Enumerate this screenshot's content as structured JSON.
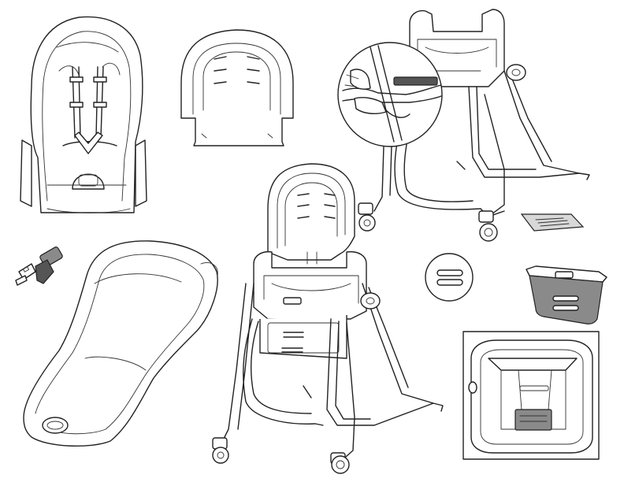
{
  "diagram": {
    "kind": "product-parts-illustration",
    "palette": {
      "line": "#222222",
      "fill": "#ffffff",
      "accent_gray": "#8a8a8a",
      "dark_gray": "#555555"
    },
    "parts": [
      {
        "id": "seat-pad-with-harness",
        "icon": "seat-pad-with-harness-icon"
      },
      {
        "id": "seat-back-insert",
        "icon": "seat-back-insert-icon"
      },
      {
        "id": "high-chair-frame-adjustment-detail",
        "icon": "high-chair-frame-icon"
      },
      {
        "id": "tray-insert-small",
        "icon": "tray-insert-icon"
      },
      {
        "id": "buckle-clip",
        "icon": "buckle-icon"
      },
      {
        "id": "molded-seat-cushion",
        "icon": "seat-cushion-icon"
      },
      {
        "id": "assembled-high-chair",
        "icon": "high-chair-icon"
      },
      {
        "id": "slot-detail-callout",
        "icon": "slot-detail-icon"
      },
      {
        "id": "footrest-gray",
        "icon": "footrest-icon"
      },
      {
        "id": "seat-top-view-detail",
        "icon": "seat-top-view-icon"
      }
    ]
  }
}
